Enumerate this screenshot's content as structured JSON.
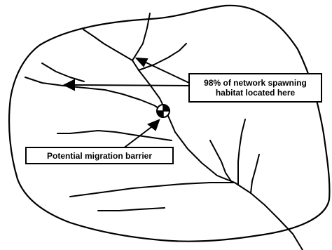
{
  "annotations": {
    "habitat": {
      "line1": "98% of network spawning",
      "line2": "habitat located here"
    },
    "barrier": {
      "label": "Potential migration barrier"
    }
  },
  "colors": {
    "ink": "#000000",
    "background": "#ffffff"
  },
  "icons": {
    "barrier_marker": "crosshair-circle-icon"
  }
}
